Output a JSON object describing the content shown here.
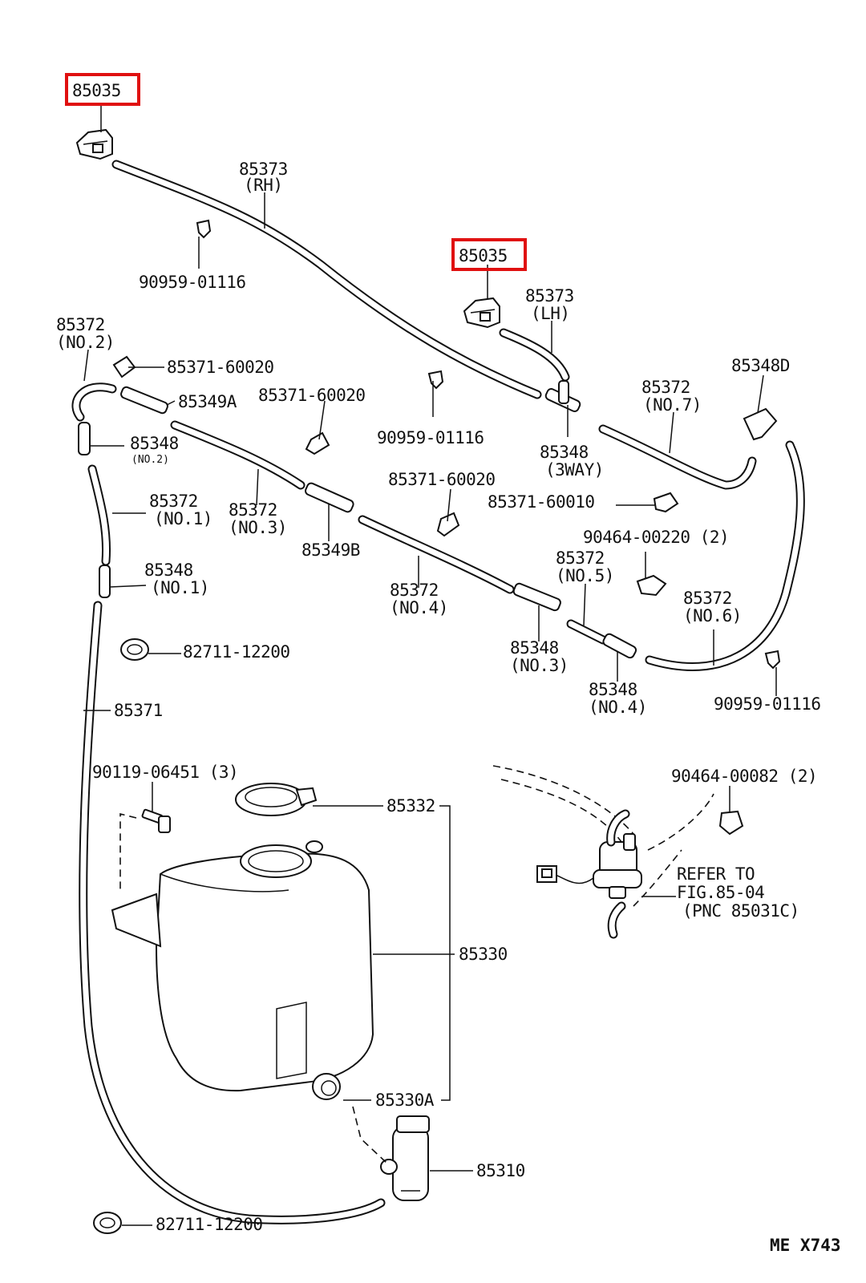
{
  "diagram": {
    "highlight_color": "#e01010",
    "labels": {
      "p85035_a": "85035",
      "p85035_b": "85035",
      "p85373_rh": "85373",
      "p85373_rh_sub": "(RH)",
      "p85373_lh": "85373",
      "p85373_lh_sub": "(LH)",
      "p90959_a": "90959-01116",
      "p90959_b": "90959-01116",
      "p90959_c": "90959-01116",
      "p85372_no2": "85372",
      "p85372_no2_sub": "(NO.2)",
      "p85371_60020_a": "85371-60020",
      "p85371_60020_b": "85371-60020",
      "p85371_60020_c": "85371-60020",
      "p85349a": "85349A",
      "p85349b": "85349B",
      "p85348_no2": "85348",
      "p85348_no2_sub": "(NO.2)",
      "p85372_no1": "85372",
      "p85372_no1_sub": "(NO.1)",
      "p85372_no3": "85372",
      "p85372_no3_sub": "(NO.3)",
      "p85348_no1": "85348",
      "p85348_no1_sub": "(NO.1)",
      "p85348_3way": "85348",
      "p85348_3way_sub": "(3WAY)",
      "p85372_no7": "85372",
      "p85372_no7_sub": "(NO.7)",
      "p85348d": "85348D",
      "p85371_60010": "85371-60010",
      "p90464_00220": "90464-00220 (2)",
      "p85372_no5": "85372",
      "p85372_no5_sub": "(NO.5)",
      "p85372_no4": "85372",
      "p85372_no4_sub": "(NO.4)",
      "p85372_no6": "85372",
      "p85372_no6_sub": "(NO.6)",
      "p82711_a": "82711-12200",
      "p82711_b": "82711-12200",
      "p85348_no3": "85348",
      "p85348_no3_sub": "(NO.3)",
      "p85348_no4": "85348",
      "p85348_no4_sub": "(NO.4)",
      "p85371": "85371",
      "p90119": "90119-06451 (3)",
      "p90464_00082": "90464-00082 (2)",
      "p85332": "85332",
      "p85330": "85330",
      "p85330a": "85330A",
      "p85310": "85310",
      "refer_1": "REFER TO",
      "refer_2": "FIG.85-04",
      "refer_3": "(PNC 85031C)",
      "figure_id": "ME X743"
    }
  }
}
